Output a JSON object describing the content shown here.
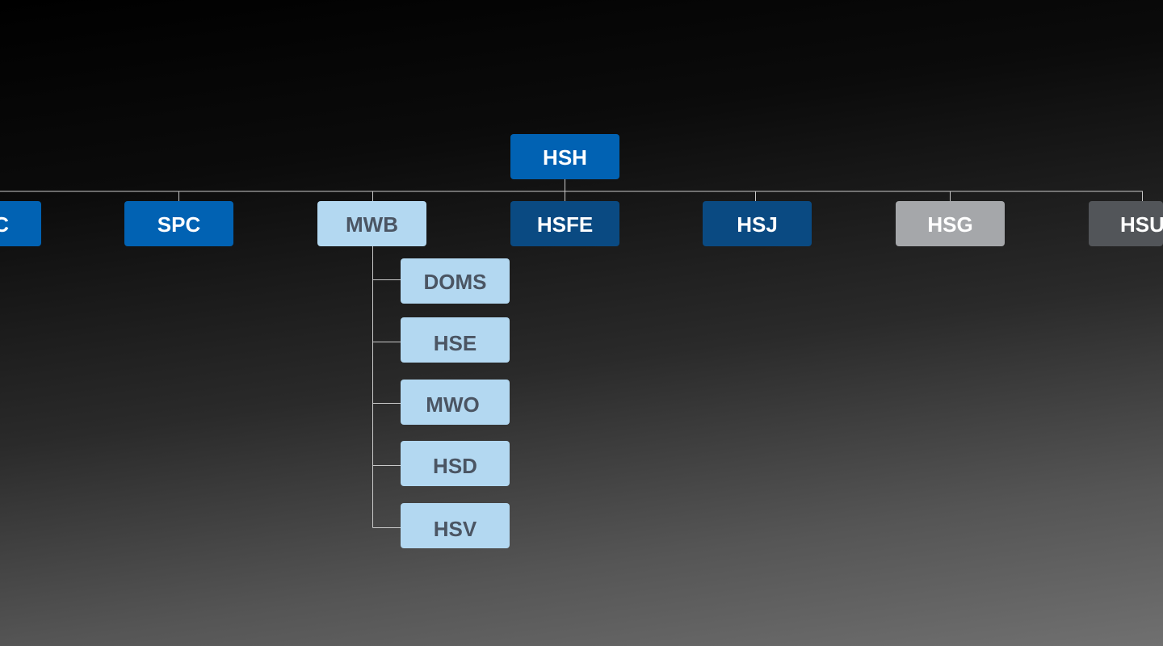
{
  "diagram": {
    "root": {
      "label": "HSH",
      "color": "#0162b3"
    },
    "level1": [
      {
        "label": "C",
        "color": "#0162b3"
      },
      {
        "label": "SPC",
        "color": "#0162b3"
      },
      {
        "label": "MWB",
        "color": "#b3d8f1"
      },
      {
        "label": "HSFE",
        "color": "#0a4a82"
      },
      {
        "label": "HSJ",
        "color": "#0a4a82"
      },
      {
        "label": "HSG",
        "color": "#a5a7aa"
      },
      {
        "label": "HSU",
        "color": "#525559"
      }
    ],
    "mwb_children": [
      {
        "label": "DOMS",
        "color": "#b3d8f1"
      },
      {
        "label": "HSE",
        "color": "#b3d8f1"
      },
      {
        "label": "MWO",
        "color": "#b3d8f1"
      },
      {
        "label": "HSD",
        "color": "#b3d8f1"
      },
      {
        "label": "HSV",
        "color": "#b3d8f1"
      }
    ],
    "connector_color": "#c9c9c9"
  }
}
